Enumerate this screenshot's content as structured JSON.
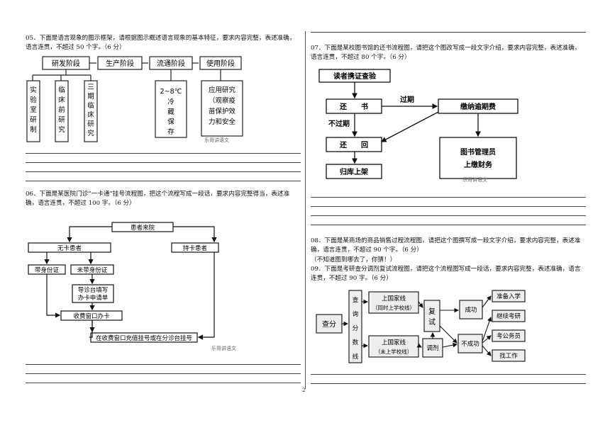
{
  "page_number": "2",
  "q05": {
    "text": "05．下面是语言现象的图示框架，请根据图示概述语言现象的基本特征，要求内容完整，表述准确，语言连贯，不超过 50 个字。（6 分）",
    "boxes": {
      "research": "研发阶段",
      "production": "生产阶段",
      "circulation": "流通阶段",
      "usage": "使用阶段",
      "lab": [
        "实",
        "验",
        "室",
        "研",
        "制"
      ],
      "preclinical": [
        "临",
        "床",
        "前",
        "研",
        "究"
      ],
      "phase3": [
        "三",
        "期",
        "临",
        "床",
        "研",
        "究"
      ],
      "storage": [
        "2~8℃",
        "冷",
        "藏",
        "保",
        "存"
      ],
      "applied": [
        "应用研究",
        "（观察疫",
        "苗保护效",
        "力和安全"
      ]
    },
    "watermark": "乐哥讲语文"
  },
  "q06": {
    "text": "06．下面是某医院门诊“一卡通”挂号流程图，把这个流程写成一段话，要求内容完整得当，表述准确，语言连贯，不超过 100 字。（6 分）",
    "boxes": {
      "arrive": "患者来院",
      "nocard": "无卡患者",
      "withcard": "持卡患者",
      "id_yes": "带身份证",
      "id_no": "未带身份证",
      "guide1": "导诊台填写",
      "guide2": "办卡申请单",
      "cashier": "收费窗口办卡",
      "register": "在收费窗口充值挂号或在分诊台挂号"
    },
    "watermark": "乐哥讲语文"
  },
  "q07": {
    "text": "07．下面是某校图书馆的还书流程图，请把这个图改写成一段文字介绍，要求内容完整，表述准确，语言连贯，不超过 80 个字。（6 分）",
    "boxes": {
      "check": "读者携证查验",
      "return": "还　　书",
      "overdue_label": "过期",
      "fine": "缴纳逾期费",
      "not_overdue_label": "不过期",
      "give_back": "还　　回",
      "shelve": "归库上架",
      "admin1": "图书管理员",
      "admin2": "上缴财务"
    },
    "watermark": "乐哥讲语文"
  },
  "q08": {
    "text": "08．下面是某商场的商品销售过程流程图，请把这个图撰写成一段文字介绍，要求内容完整，表述准确，语言连贯，不超过 90 个字。（6 分）",
    "note": "（不知道图到哪去了，你猜！）"
  },
  "q09": {
    "text": "09．下面是考研查分调剂复试流程图，请把这个流程图写成一段话，要求内容完整，表述准确，语言连贯，不超过 90 字。（6 分）",
    "boxes": {
      "score": "查分",
      "query": [
        "查",
        "询",
        "分",
        "数",
        "线"
      ],
      "line1a": "上国家线",
      "line1b": "（同时上学校线）",
      "line2a": "上国家线",
      "line2b": "（未上学校线）",
      "retest": [
        "复",
        "试"
      ],
      "adjust": "调剂",
      "success": "成功",
      "fail": "不成功",
      "enroll": "准备入学",
      "continue": "继续考研",
      "civil": "考公务员",
      "job": "找工作"
    }
  }
}
